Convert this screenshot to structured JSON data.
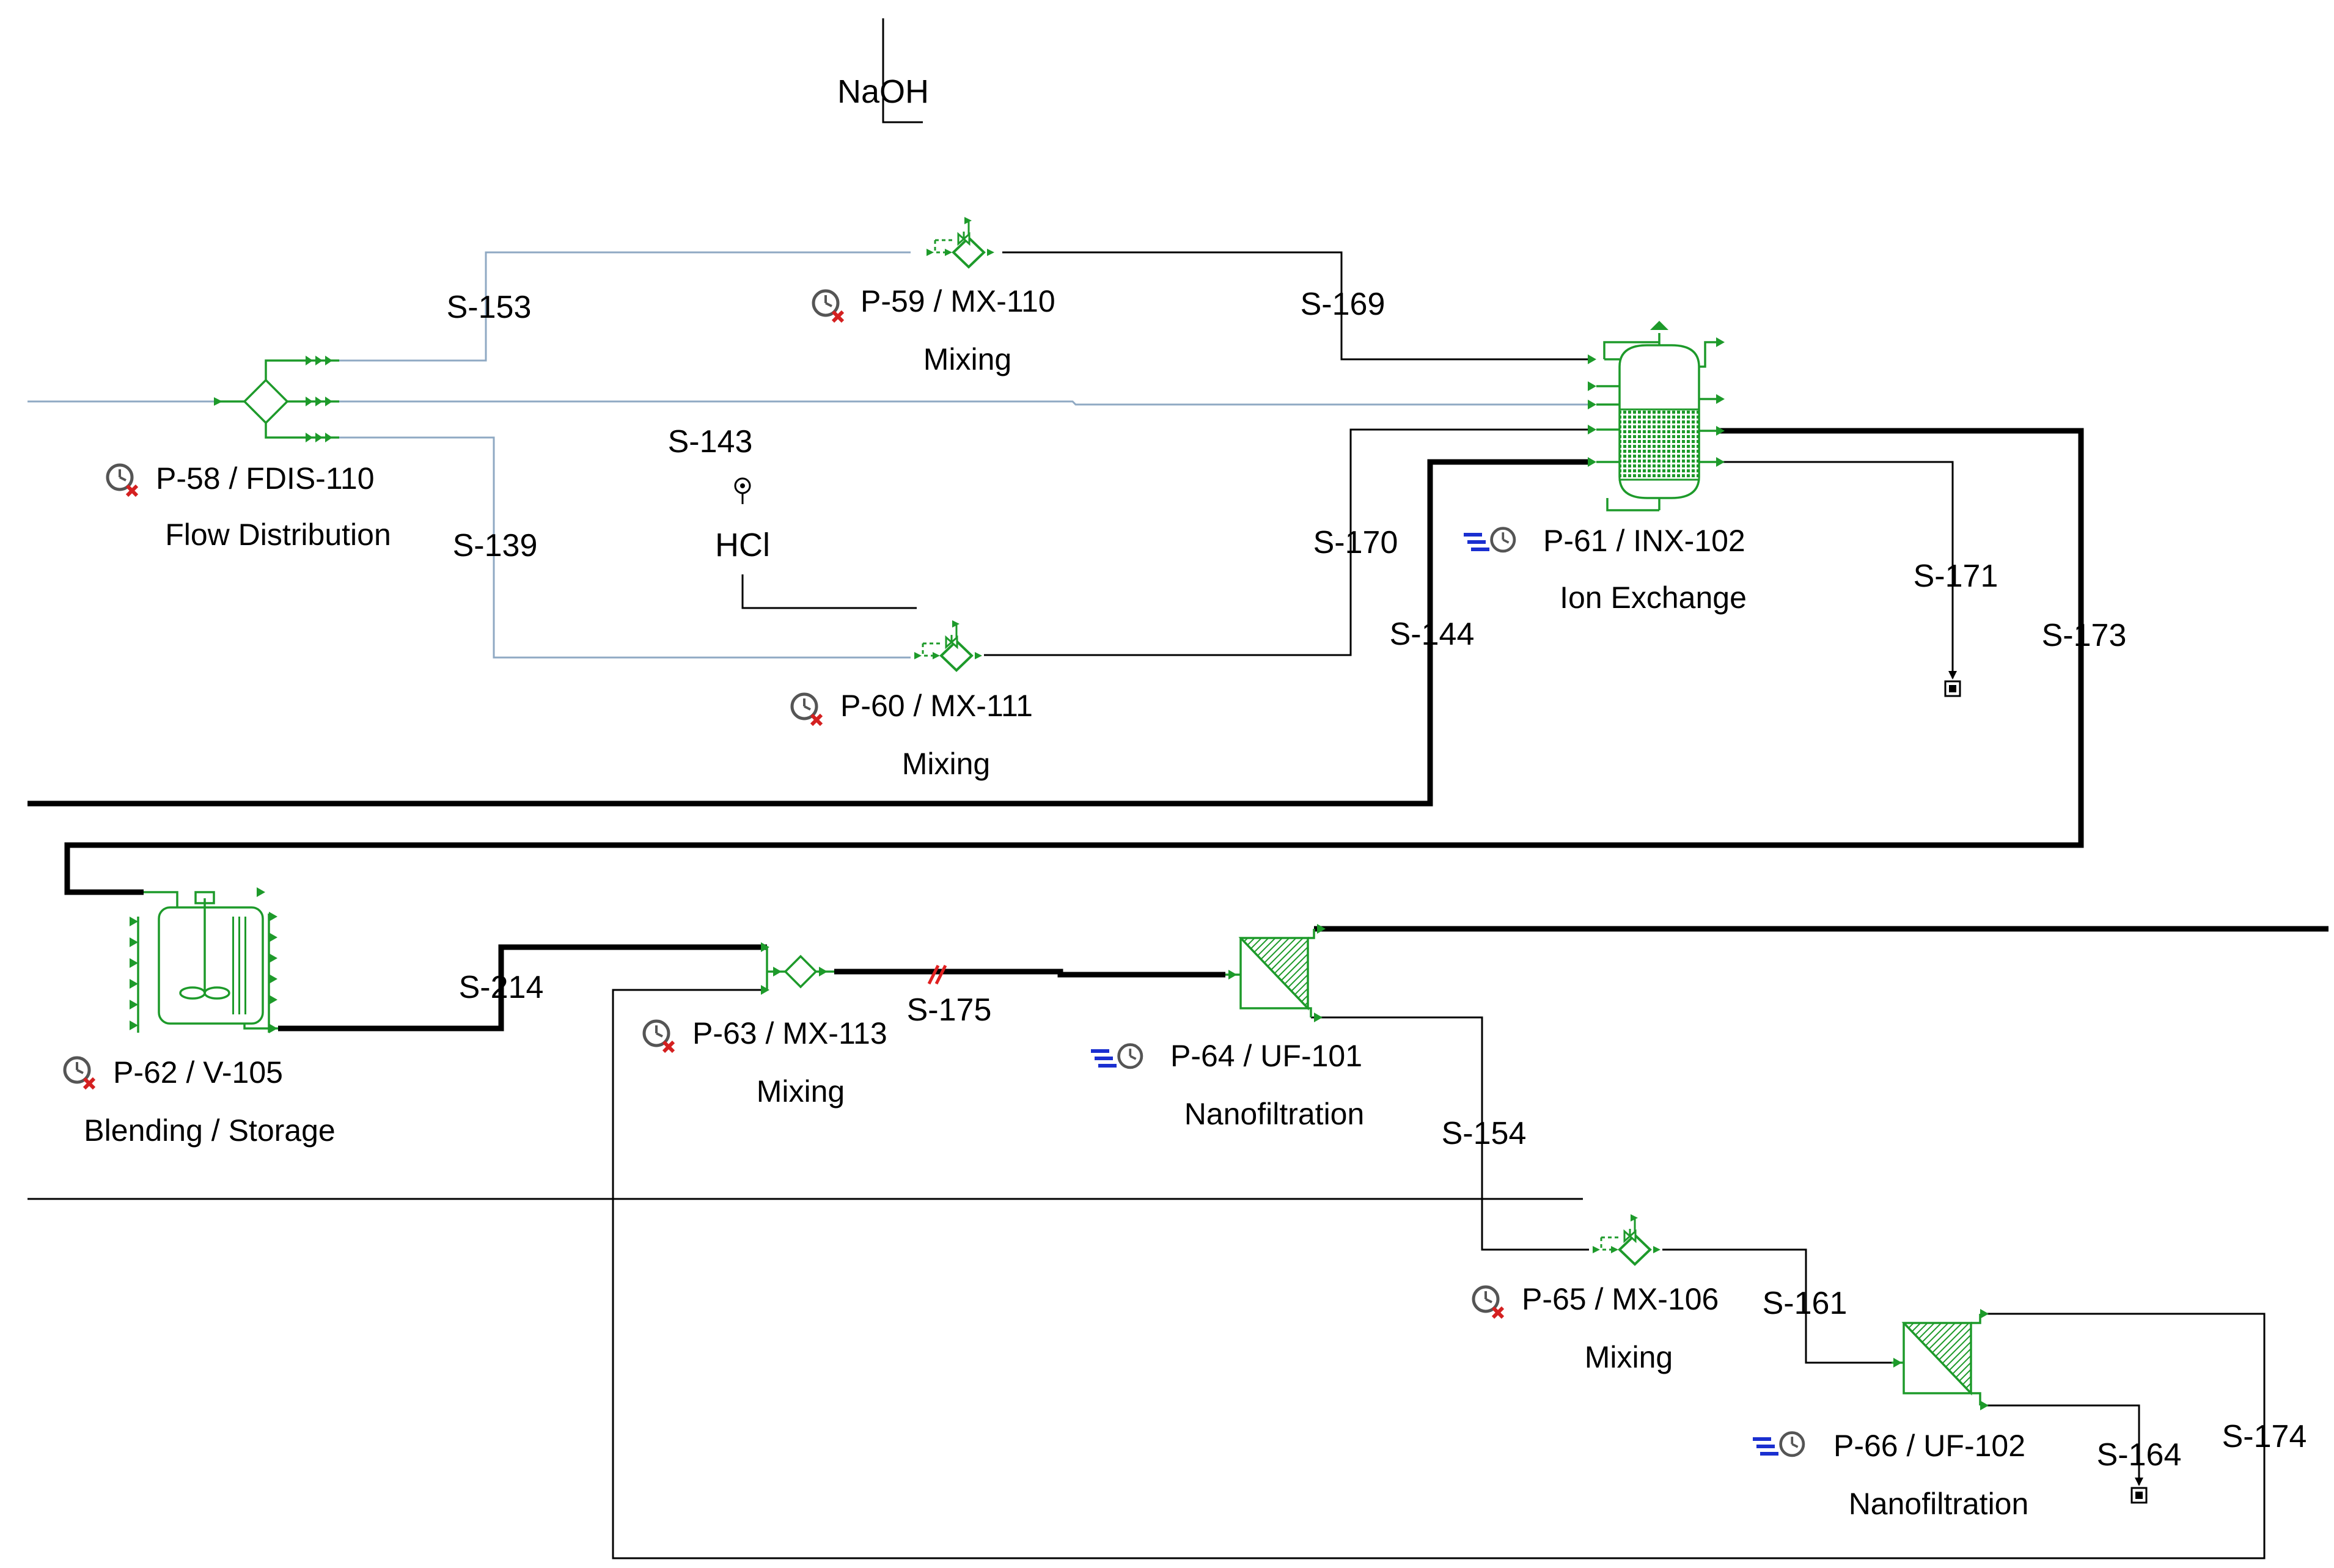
{
  "colors": {
    "equipment": "#1d9a2a",
    "thin_stream": "#000000",
    "utility_stream": "#8fa9c3",
    "schedule_icon_red": "#d42020",
    "schedule_icon_blue": "#1a2fd0",
    "break_mark": "#e02020"
  },
  "streams": {
    "s153": "S-153",
    "s169": "S-169",
    "s143": "S-143",
    "s139": "S-139",
    "s170": "S-170",
    "s144": "S-144",
    "s171": "S-171",
    "s173": "S-173",
    "s214": "S-214",
    "s175": "S-175",
    "s154": "S-154",
    "s161": "S-161",
    "s164": "S-164",
    "s174": "S-174"
  },
  "feeds": {
    "naoh": "NaOH",
    "hcl": "HCl"
  },
  "units": [
    {
      "id": "p58",
      "tag": "P-58 / FDIS-110",
      "desc": "Flow Distribution",
      "icon": "clock-red-x-icon"
    },
    {
      "id": "p59",
      "tag": "P-59 / MX-110",
      "desc": "Mixing",
      "icon": "clock-red-x-icon"
    },
    {
      "id": "p60",
      "tag": "P-60 / MX-111",
      "desc": "Mixing",
      "icon": "clock-red-x-icon"
    },
    {
      "id": "p61",
      "tag": "P-61 / INX-102",
      "desc": "Ion Exchange",
      "icon": "clock-blue-lines-icon"
    },
    {
      "id": "p62",
      "tag": "P-62 / V-105",
      "desc": "Blending / Storage",
      "icon": "clock-red-x-icon"
    },
    {
      "id": "p63",
      "tag": "P-63 / MX-113",
      "desc": "Mixing",
      "icon": "clock-red-x-icon"
    },
    {
      "id": "p64",
      "tag": "P-64 / UF-101",
      "desc": "Nanofiltration",
      "icon": "clock-blue-lines-icon"
    },
    {
      "id": "p65",
      "tag": "P-65 / MX-106",
      "desc": "Mixing",
      "icon": "clock-red-x-icon"
    },
    {
      "id": "p66",
      "tag": "P-66 / UF-102",
      "desc": "Nanofiltration",
      "icon": "clock-blue-lines-icon"
    }
  ]
}
